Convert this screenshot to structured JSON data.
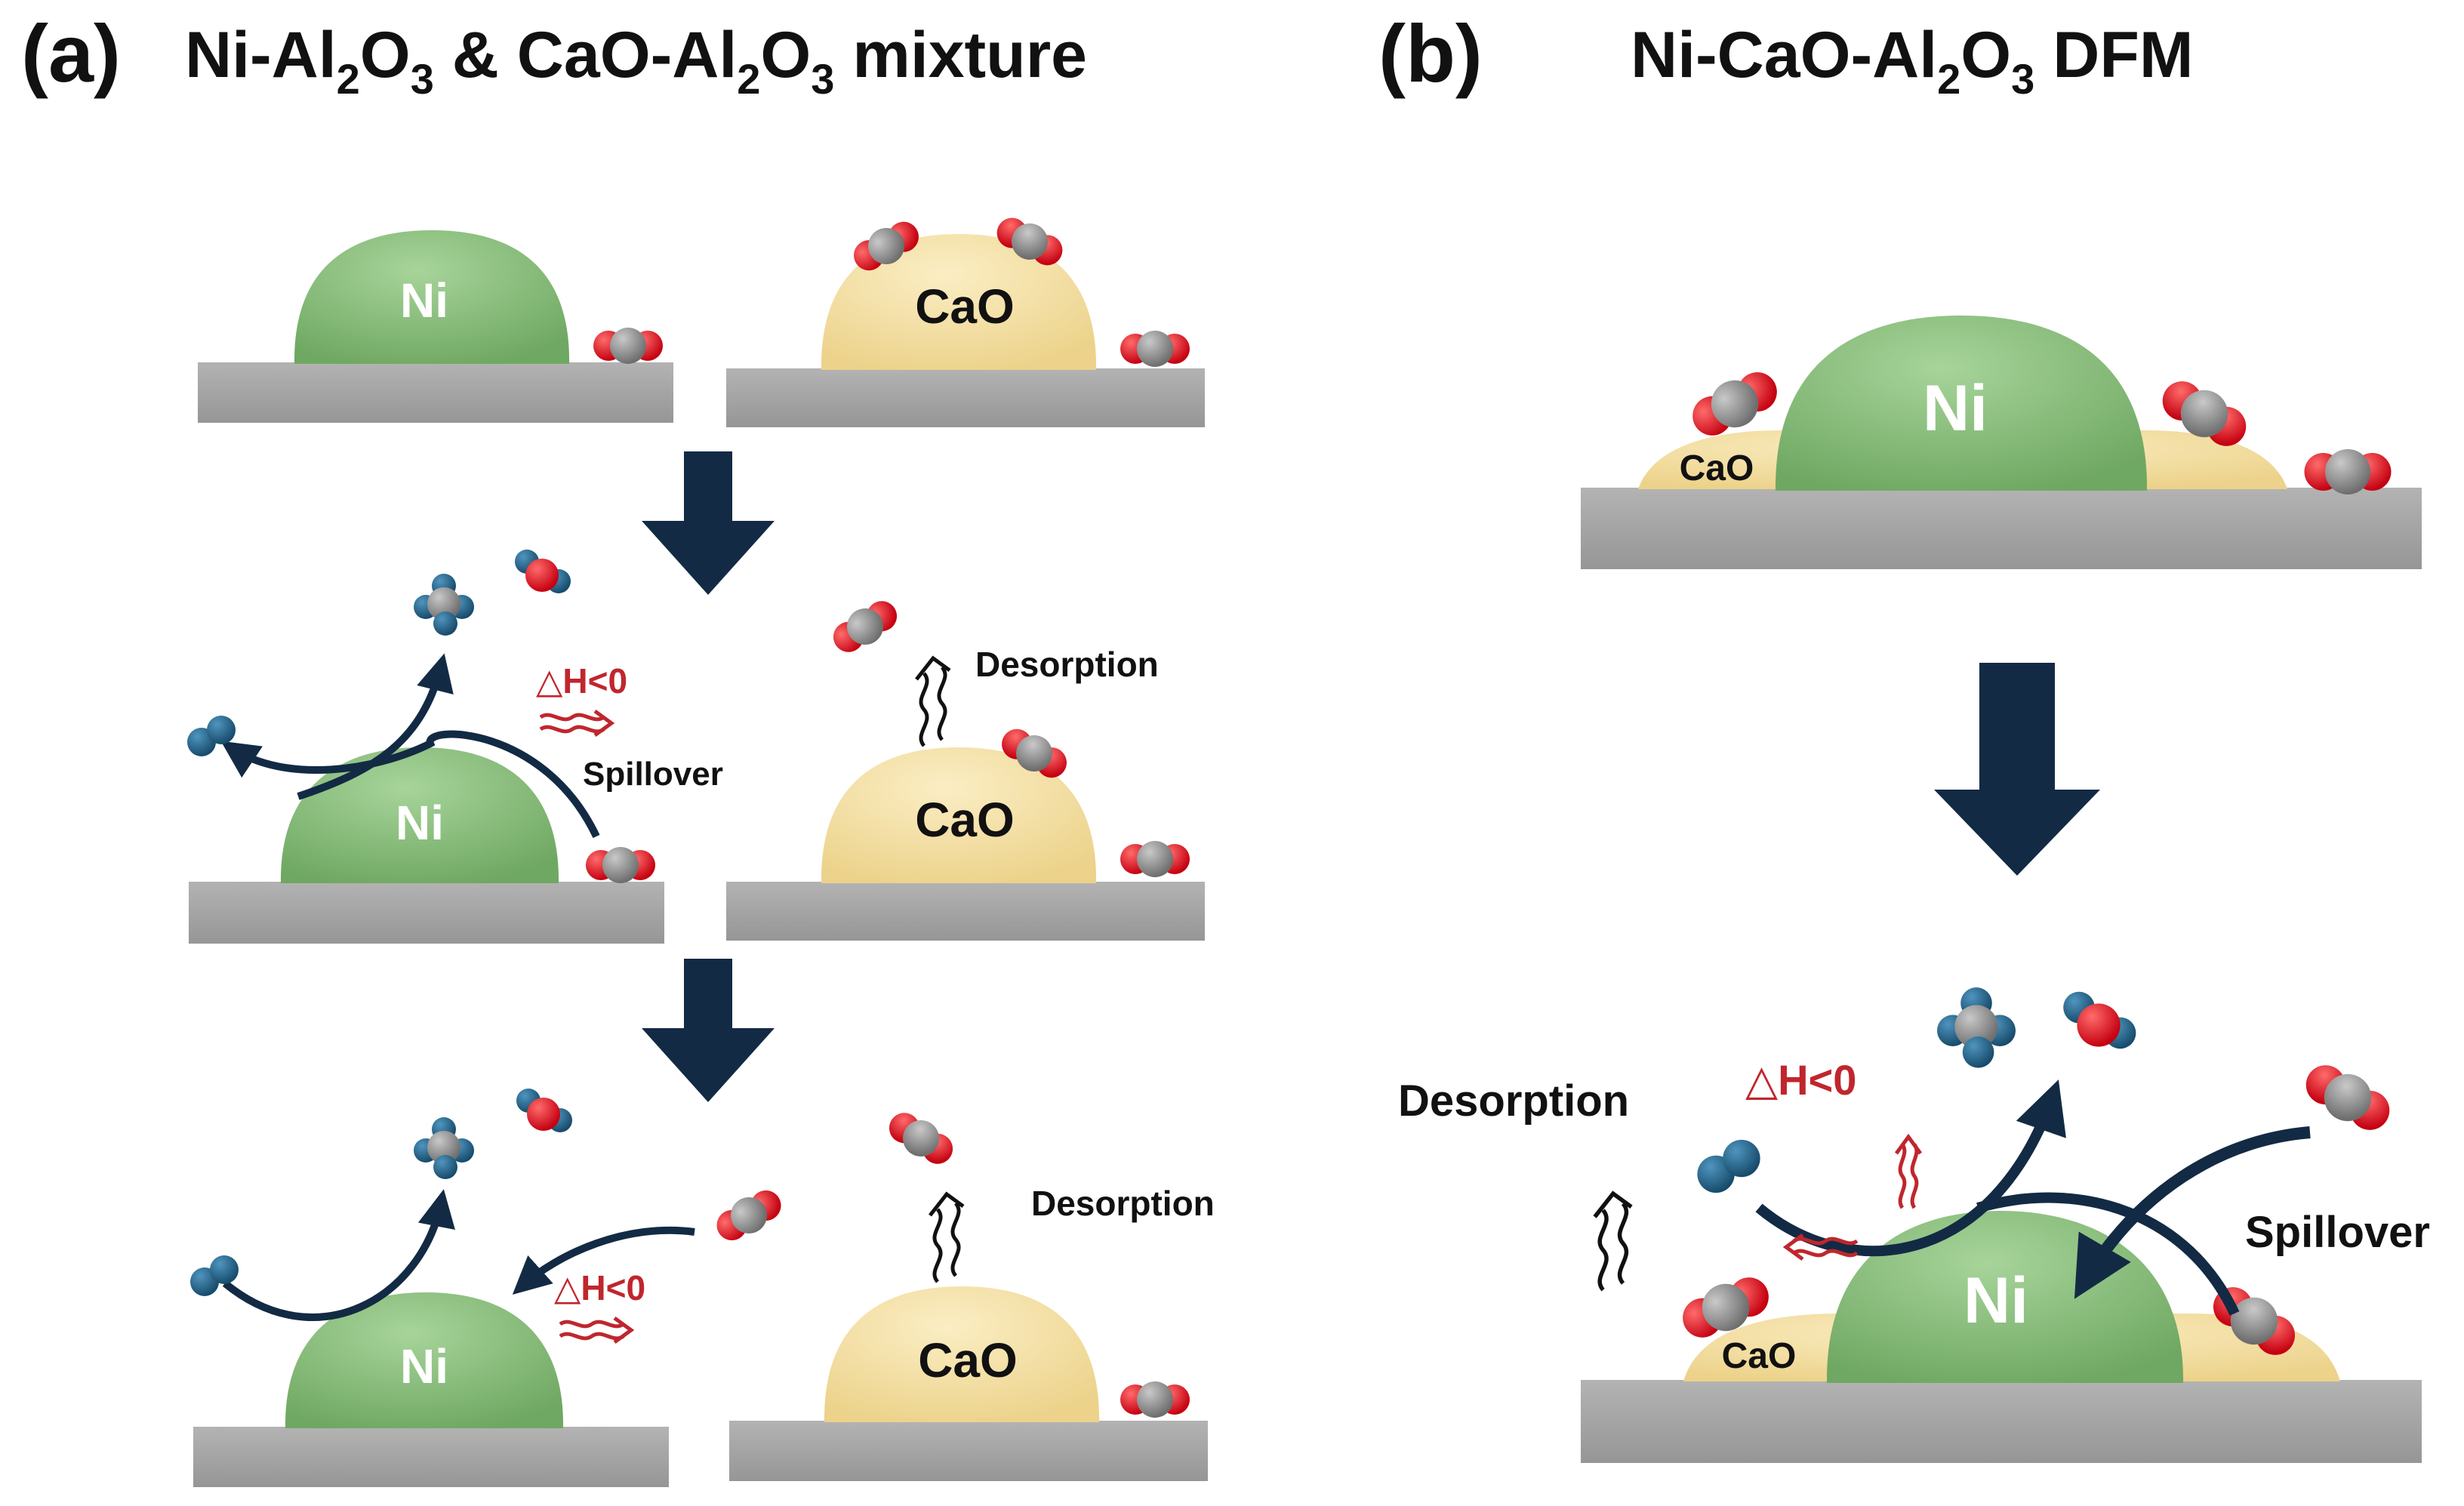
{
  "panel_a": {
    "label": "(a)",
    "title": {
      "ni": "Ni-Al",
      "o_a": "O",
      "mid": " & CaO-Al",
      "o_b": "O",
      "end": " mixture",
      "sub2": "2",
      "sub3": "3"
    },
    "ni_label": "Ni",
    "cao_label": "CaO",
    "dh_label": "△H<0",
    "spillover_label": "Spillover",
    "desorption_label": "Desorption"
  },
  "panel_b": {
    "label": "(b)",
    "title": {
      "main": "Ni-CaO-Al",
      "o": "O",
      "end": " DFM",
      "sub2": "2",
      "sub3": "3"
    },
    "ni_label": "Ni",
    "cao_label": "CaO",
    "dh_label": "△H<0",
    "spillover_label": "Spillover",
    "desorption_label": "Desorption"
  },
  "colors": {
    "substrate": "#a6a6a6",
    "ni_green": "#8bbf7c",
    "cao_yellow": "#f6e3a4",
    "arrow_navy": "#132a44",
    "heat_red": "#c0262d",
    "oxygen_red": "#e0141c",
    "carbon_gray": "#8c8c8c",
    "hydrogen_blue": "#1f5f84"
  }
}
